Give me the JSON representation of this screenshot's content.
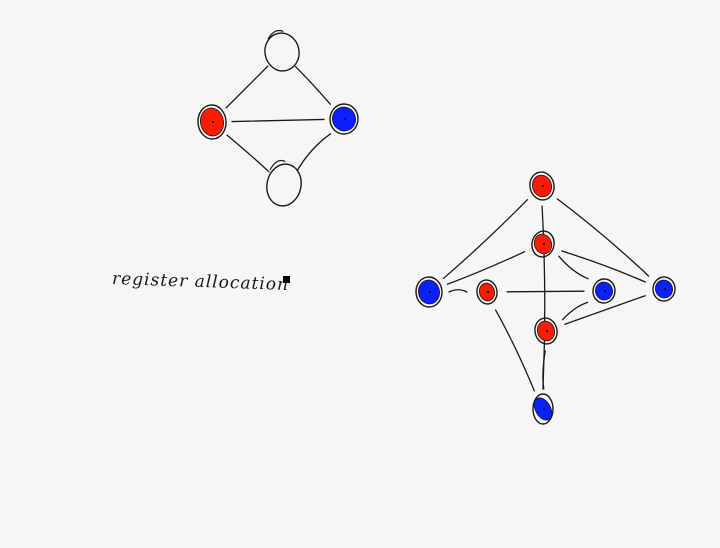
{
  "annotation": {
    "text": "register allocation"
  },
  "colors": {
    "background": "#f6f6f4",
    "ink": "#1a1a1a",
    "red": "#ff1a00",
    "blue": "#0a20ff",
    "empty": "none"
  },
  "graphs": [
    {
      "id": "small",
      "nodes": [
        "empty",
        "red",
        "blue",
        "empty"
      ],
      "edges": [
        [
          0,
          1
        ],
        [
          0,
          2
        ],
        [
          1,
          2
        ],
        [
          1,
          3
        ],
        [
          2,
          3
        ]
      ]
    },
    {
      "id": "large",
      "nodes": [
        "red",
        "blue",
        "blue",
        "red",
        "red",
        "blue",
        "blue",
        "red"
      ],
      "edges": [
        [
          0,
          1
        ],
        [
          0,
          2
        ],
        [
          0,
          5
        ],
        [
          1,
          3
        ],
        [
          1,
          4
        ],
        [
          2,
          3
        ],
        [
          2,
          7
        ],
        [
          3,
          6
        ],
        [
          4,
          5
        ],
        [
          4,
          6
        ],
        [
          5,
          7
        ],
        [
          6,
          7
        ]
      ]
    }
  ]
}
